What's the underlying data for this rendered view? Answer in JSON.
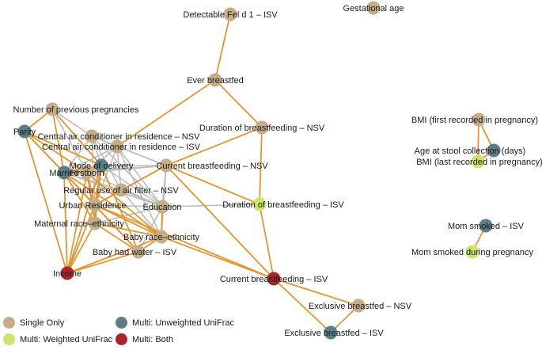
{
  "colors": {
    "single": "#c6ad8a",
    "unweighted": "#5b7e86",
    "weighted": "#cbe46b",
    "both": "#a8262a",
    "edge_orange": "#e3962f",
    "edge_gray": "#bdbdbd"
  },
  "legend": [
    {
      "key": "single",
      "label": "Single Only"
    },
    {
      "key": "unweighted",
      "label": "Multi: Unweighted UniFrac"
    },
    {
      "key": "weighted",
      "label": "Multi: Weighted UniFrac"
    },
    {
      "key": "both",
      "label": "Multi: Both"
    }
  ],
  "nodes": [
    {
      "id": "felD1",
      "label": "Detectable Fel d 1 – ISV",
      "type": "single"
    },
    {
      "id": "gest",
      "label": "Gestational age",
      "type": "single"
    },
    {
      "id": "everBf",
      "label": "Ever breastfed",
      "type": "single"
    },
    {
      "id": "numPreg",
      "label": "Number of previous pregnancies",
      "type": "single"
    },
    {
      "id": "parity",
      "label": "Parity",
      "type": "unweighted"
    },
    {
      "id": "acNsv",
      "label": "Central air conditioner in residence – NSV",
      "type": "single"
    },
    {
      "id": "acIsv",
      "label": "Central air conditioner in residence – ISV",
      "type": "single"
    },
    {
      "id": "durBfNsv",
      "label": "Duration of breastfeeding – NSV",
      "type": "single"
    },
    {
      "id": "mod",
      "label": "Mode of delivery",
      "type": "unweighted"
    },
    {
      "id": "married",
      "label": "Married",
      "type": "unweighted"
    },
    {
      "id": "firstborn",
      "label": "Firstborn",
      "type": "single"
    },
    {
      "id": "curBfNsv",
      "label": "Current breastfeeding – NSV",
      "type": "single"
    },
    {
      "id": "airFilter",
      "label": "Regular use of air filter – NSV",
      "type": "single"
    },
    {
      "id": "urban",
      "label": "Urban Residence",
      "type": "single"
    },
    {
      "id": "education",
      "label": "Education",
      "type": "single"
    },
    {
      "id": "durBfIsv",
      "label": "Duration of breastfeeding – ISV",
      "type": "weighted"
    },
    {
      "id": "matRace",
      "label": "Maternal race–ethnicity",
      "type": "single"
    },
    {
      "id": "babyRace",
      "label": "Baby race–ethnicity",
      "type": "single"
    },
    {
      "id": "babyWater",
      "label": "Baby had water – ISV",
      "type": "single"
    },
    {
      "id": "income",
      "label": "Income",
      "type": "both"
    },
    {
      "id": "curBfIsv",
      "label": "Current breastfeeding – ISV",
      "type": "both"
    },
    {
      "id": "exclNsv",
      "label": "Exclusive breastfed – NSV",
      "type": "single"
    },
    {
      "id": "exclIsv",
      "label": "Exclusive breastfed – ISV",
      "type": "unweighted"
    },
    {
      "id": "bmiFirst",
      "label": "BMI (first recorded in pregnancy)",
      "type": "single"
    },
    {
      "id": "ageStool",
      "label": "Age at stool collection (days)",
      "type": "unweighted"
    },
    {
      "id": "bmiLast",
      "label": "BMI (last recorded in pregnancy)",
      "type": "weighted"
    },
    {
      "id": "momSmokedIsv",
      "label": "Mom smoked – ISV",
      "type": "unweighted"
    },
    {
      "id": "momSmokedPreg",
      "label": "Mom smoked during pregnancy",
      "type": "weighted"
    }
  ],
  "edges": [
    [
      "felD1",
      "everBf",
      "o"
    ],
    [
      "everBf",
      "acIsv",
      "o"
    ],
    [
      "everBf",
      "durBfNsv",
      "o"
    ],
    [
      "durBfNsv",
      "durBfIsv",
      "o"
    ],
    [
      "durBfNsv",
      "curBfNsv",
      "o"
    ],
    [
      "curBfNsv",
      "durBfIsv",
      "o"
    ],
    [
      "durBfIsv",
      "curBfIsv",
      "o"
    ],
    [
      "curBfNsv",
      "curBfIsv",
      "o"
    ],
    [
      "curBfIsv",
      "exclNsv",
      "o"
    ],
    [
      "curBfIsv",
      "exclIsv",
      "o"
    ],
    [
      "exclNsv",
      "exclIsv",
      "o"
    ],
    [
      "curBfIsv",
      "babyRace",
      "o"
    ],
    [
      "curBfIsv",
      "urban",
      "o"
    ],
    [
      "bmiFirst",
      "ageStool",
      "o"
    ],
    [
      "bmiFirst",
      "bmiLast",
      "o"
    ],
    [
      "ageStool",
      "bmiLast",
      "o"
    ],
    [
      "momSmokedIsv",
      "momSmokedPreg",
      "o"
    ],
    [
      "numPreg",
      "parity",
      "o"
    ],
    [
      "numPreg",
      "married",
      "o"
    ],
    [
      "numPreg",
      "mod",
      "o"
    ],
    [
      "numPreg",
      "firstborn",
      "g"
    ],
    [
      "parity",
      "married",
      "o"
    ],
    [
      "parity",
      "mod",
      "o"
    ],
    [
      "parity",
      "firstborn",
      "o"
    ],
    [
      "parity",
      "urban",
      "o"
    ],
    [
      "married",
      "mod",
      "o"
    ],
    [
      "married",
      "firstborn",
      "o"
    ],
    [
      "married",
      "urban",
      "o"
    ],
    [
      "married",
      "matRace",
      "o"
    ],
    [
      "married",
      "income",
      "o"
    ],
    [
      "married",
      "babyRace",
      "o"
    ],
    [
      "married",
      "babyWater",
      "o"
    ],
    [
      "married",
      "education",
      "g"
    ],
    [
      "mod",
      "firstborn",
      "o"
    ],
    [
      "mod",
      "urban",
      "o"
    ],
    [
      "mod",
      "matRace",
      "o"
    ],
    [
      "mod",
      "income",
      "o"
    ],
    [
      "mod",
      "babyWater",
      "o"
    ],
    [
      "mod",
      "education",
      "g"
    ],
    [
      "mod",
      "curBfNsv",
      "g"
    ],
    [
      "mod",
      "acNsv",
      "g"
    ],
    [
      "firstborn",
      "urban",
      "o"
    ],
    [
      "firstborn",
      "matRace",
      "o"
    ],
    [
      "firstborn",
      "babyRace",
      "o"
    ],
    [
      "firstborn",
      "income",
      "o"
    ],
    [
      "firstborn",
      "education",
      "g"
    ],
    [
      "firstborn",
      "curBfNsv",
      "g"
    ],
    [
      "firstborn",
      "acIsv",
      "g"
    ],
    [
      "acNsv",
      "acIsv",
      "g"
    ],
    [
      "acNsv",
      "married",
      "g"
    ],
    [
      "acNsv",
      "urban",
      "g"
    ],
    [
      "acNsv",
      "education",
      "g"
    ],
    [
      "acNsv",
      "curBfNsv",
      "g"
    ],
    [
      "acNsv",
      "airFilter",
      "g"
    ],
    [
      "acIsv",
      "married",
      "g"
    ],
    [
      "acIsv",
      "urban",
      "g"
    ],
    [
      "acIsv",
      "education",
      "g"
    ],
    [
      "acIsv",
      "curBfNsv",
      "g"
    ],
    [
      "acIsv",
      "airFilter",
      "g"
    ],
    [
      "acIsv",
      "babyRace",
      "g"
    ],
    [
      "curBfNsv",
      "education",
      "g"
    ],
    [
      "curBfNsv",
      "urban",
      "g"
    ],
    [
      "curBfNsv",
      "airFilter",
      "g"
    ],
    [
      "curBfNsv",
      "babyRace",
      "g"
    ],
    [
      "curBfNsv",
      "married",
      "g"
    ],
    [
      "airFilter",
      "urban",
      "g"
    ],
    [
      "airFilter",
      "education",
      "g"
    ],
    [
      "airFilter",
      "married",
      "g"
    ],
    [
      "airFilter",
      "babyRace",
      "g"
    ],
    [
      "urban",
      "education",
      "g"
    ],
    [
      "urban",
      "matRace",
      "o"
    ],
    [
      "urban",
      "babyRace",
      "o"
    ],
    [
      "urban",
      "income",
      "o"
    ],
    [
      "urban",
      "babyWater",
      "o"
    ],
    [
      "urban",
      "curBfNsv",
      "o"
    ],
    [
      "education",
      "babyRace",
      "o"
    ],
    [
      "education",
      "durBfIsv",
      "g"
    ],
    [
      "education",
      "matRace",
      "g"
    ],
    [
      "education",
      "babyWater",
      "g"
    ],
    [
      "matRace",
      "babyRace",
      "o"
    ],
    [
      "matRace",
      "income",
      "o"
    ],
    [
      "matRace",
      "babyWater",
      "o"
    ],
    [
      "babyRace",
      "babyWater",
      "o"
    ],
    [
      "babyRace",
      "income",
      "o"
    ],
    [
      "babyWater",
      "income",
      "o"
    ],
    [
      "parity",
      "income",
      "o"
    ],
    [
      "numPreg",
      "acNsv",
      "g"
    ]
  ]
}
